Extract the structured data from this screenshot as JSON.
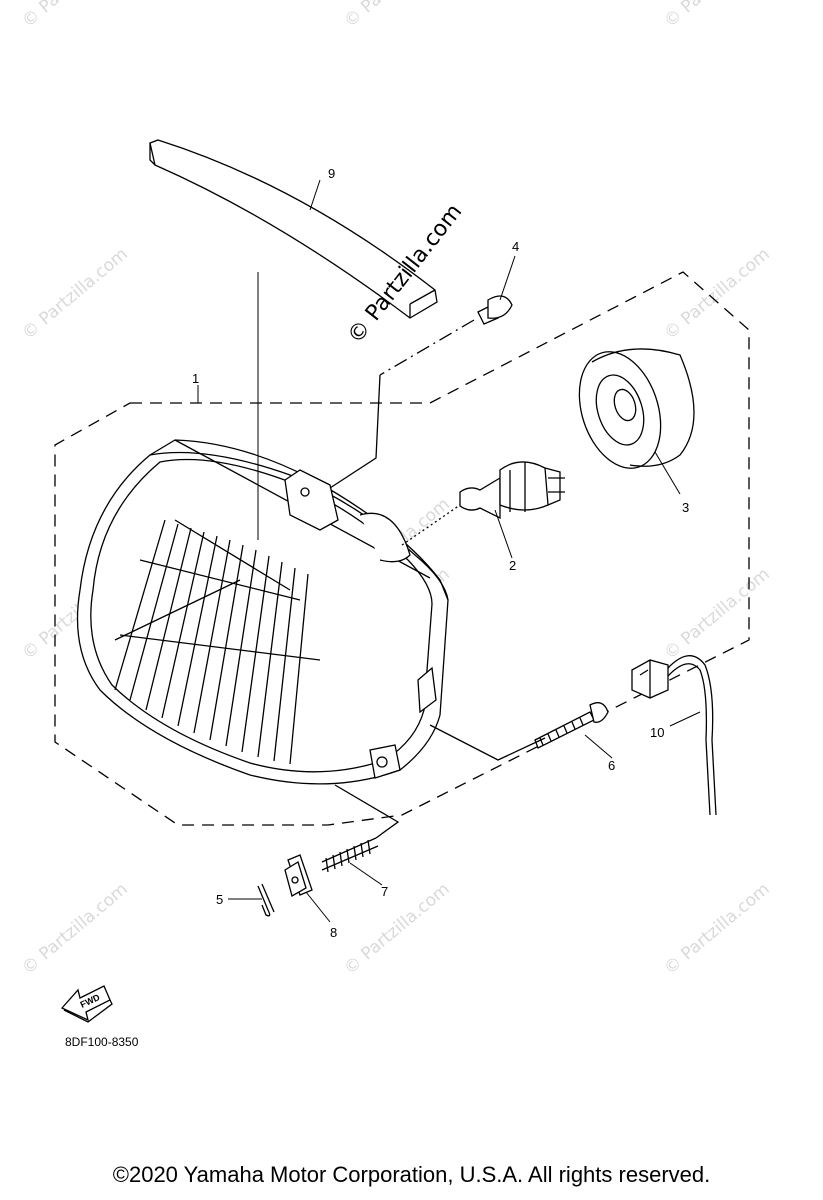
{
  "watermark": {
    "text": "© Partzilla.com"
  },
  "diagram_code": "8DF100-8350",
  "fwd_label": "FWD",
  "copyright": "©2020 Yamaha Motor Corporation, U.S.A. All rights reserved.",
  "callouts": [
    "1",
    "2",
    "3",
    "4",
    "5",
    "6",
    "7",
    "8",
    "9",
    "10"
  ]
}
